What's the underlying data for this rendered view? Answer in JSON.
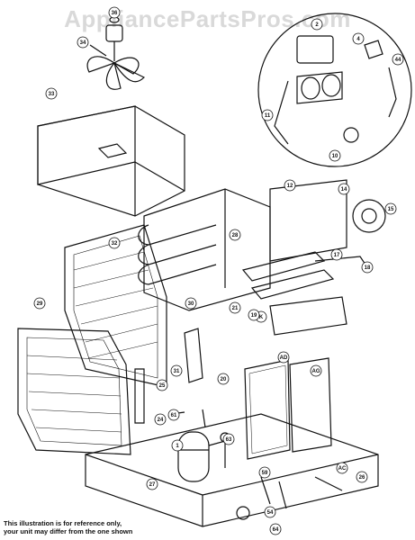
{
  "header": {
    "watermark": "AppliancePartsPros.com"
  },
  "footer": {
    "line1": "This illustration is for reference only,",
    "line2": "your unit may differ from the one shown"
  },
  "callouts": [
    "36",
    "34",
    "2",
    "4",
    "44",
    "11",
    "10",
    "12",
    "14",
    "15",
    "17",
    "18",
    "33",
    "32",
    "28",
    "30",
    "21",
    "K",
    "29",
    "25",
    "24",
    "31",
    "20",
    "61",
    "AD",
    "AG",
    "1",
    "27",
    "26",
    "63",
    "54",
    "59",
    "64",
    "19",
    "AC"
  ]
}
